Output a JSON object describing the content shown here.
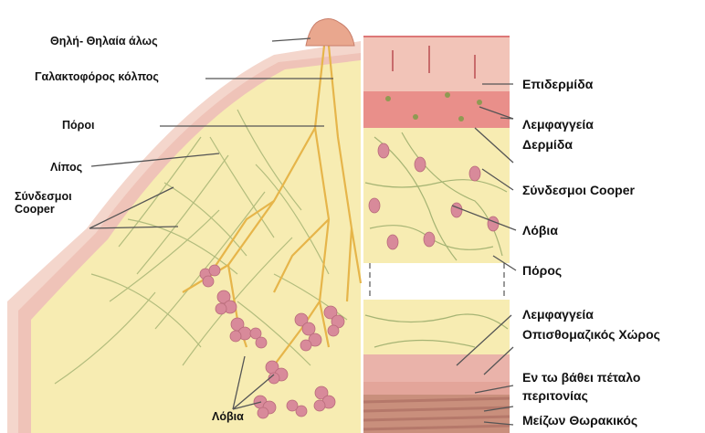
{
  "labels": {
    "nipple_areola": "Θηλή- Θηλαία άλως",
    "lactiferous_sinus": "Γαλακτοφόρος κόλπος",
    "ducts": "Πόροι",
    "fat": "Λίπος",
    "cooper_left_line1": "Σύνδεσμοι",
    "cooper_left_line2": "Cooper",
    "lobules_bottom": "Λόβια",
    "epidermis": "Επιδερμίδα",
    "lymphatics_top": "Λεμφαγγεία",
    "dermis": "Δερμίδα",
    "cooper_right": "Σύνδεσμοι Cooper",
    "lobules_right": "Λόβια",
    "duct_right": "Πόρος",
    "lymphatics_lower": "Λεμφαγγεία",
    "retromammary_space": "Οπισθομαζικός  Χώρος",
    "deep_fascia_line1": "Εν τω βάθει πέταλο",
    "deep_fascia_line2": "περιτονίας",
    "pectoralis_major": "Μείζων Θωρακικός"
  },
  "colors": {
    "fat_fill": "#f7ecb2",
    "skin_outer": "#f4d6cc",
    "skin_pink": "#eab3aa",
    "dermis": "#e98f8a",
    "duct": "#e6b54a",
    "ligament": "#a6b474",
    "lobule": "#d88a9a",
    "muscle": "#c98f7c"
  }
}
